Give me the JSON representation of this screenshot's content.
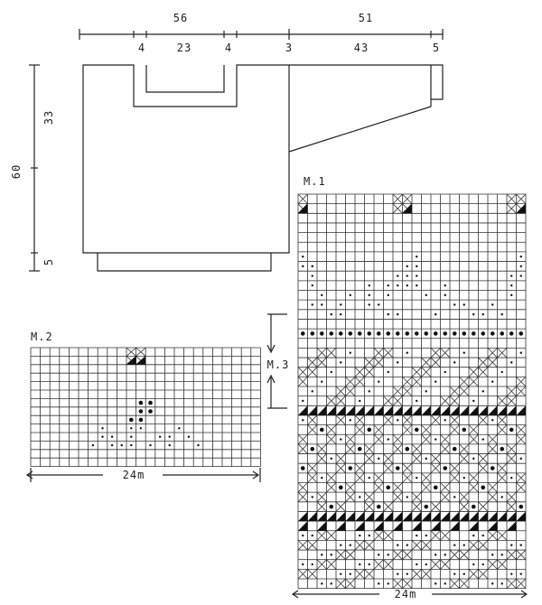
{
  "schematic": {
    "top_dims": {
      "width_body": "56",
      "width_sleeve": "51",
      "neck_side_left": "4",
      "neck_width": "23",
      "neck_side_right": "4",
      "gap": "3",
      "sleeve_main": "43",
      "sleeve_cuff": "5"
    },
    "side_dims": {
      "total": "60",
      "upper": "33",
      "rib": "5"
    }
  },
  "m1": {
    "title": "M.1",
    "width_label": "24m"
  },
  "m2": {
    "title": "M.2",
    "width_label": "24m"
  },
  "m3": {
    "label": "M.3"
  }
}
